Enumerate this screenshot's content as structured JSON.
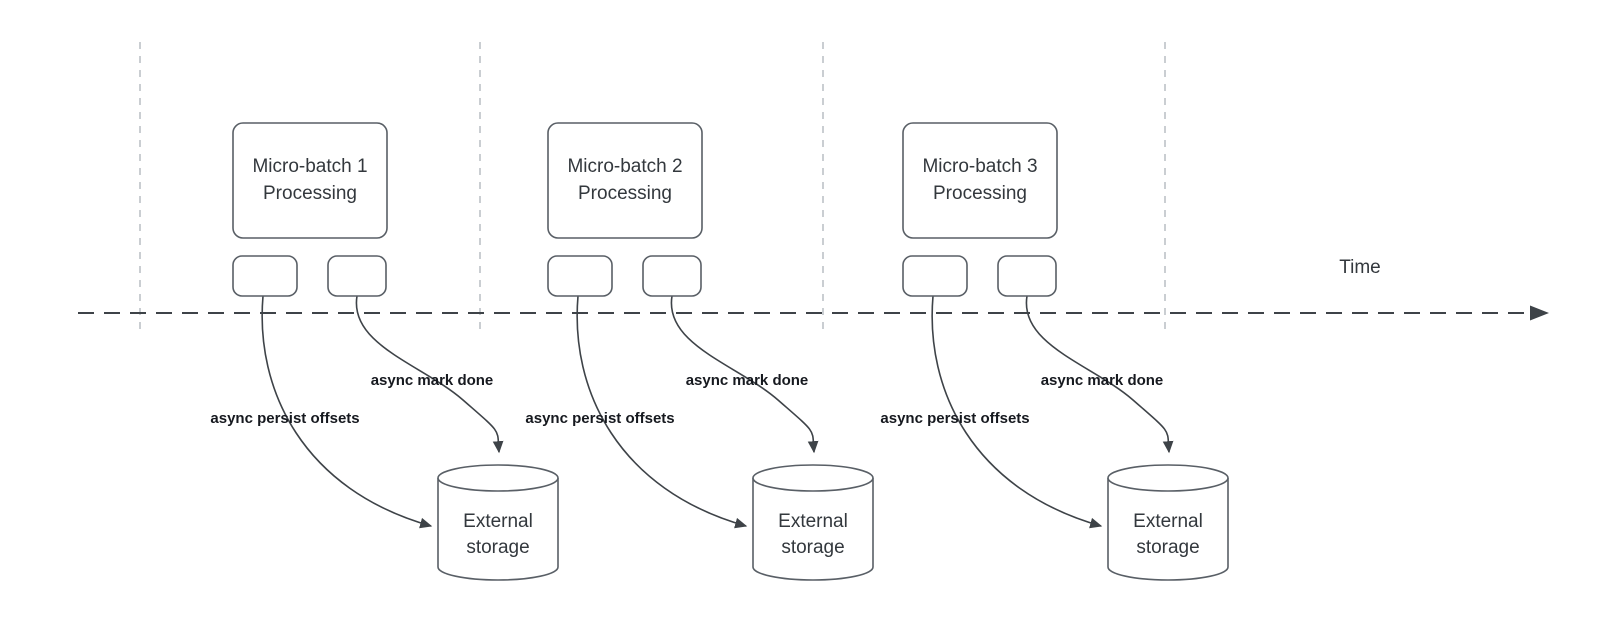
{
  "diagram": {
    "time_label": "Time",
    "colors": {
      "background": "#ffffff",
      "node_stroke": "#595f66",
      "arrow": "#3e4348",
      "guide_line": "#b9bec4",
      "node_text": "#33383d",
      "annotation_text": "#16191f"
    },
    "batches": [
      {
        "title_line1": "Micro-batch 1",
        "title_line2": "Processing",
        "persist_offsets_label": "async persist offsets",
        "mark_done_label": "async mark done",
        "storage_line1": "External",
        "storage_line2": "storage"
      },
      {
        "title_line1": "Micro-batch 2",
        "title_line2": "Processing",
        "persist_offsets_label": "async persist offsets",
        "mark_done_label": "async mark done",
        "storage_line1": "External",
        "storage_line2": "storage"
      },
      {
        "title_line1": "Micro-batch 3",
        "title_line2": "Processing",
        "persist_offsets_label": "async persist offsets",
        "mark_done_label": "async mark done",
        "storage_line1": "External",
        "storage_line2": "storage"
      }
    ]
  }
}
